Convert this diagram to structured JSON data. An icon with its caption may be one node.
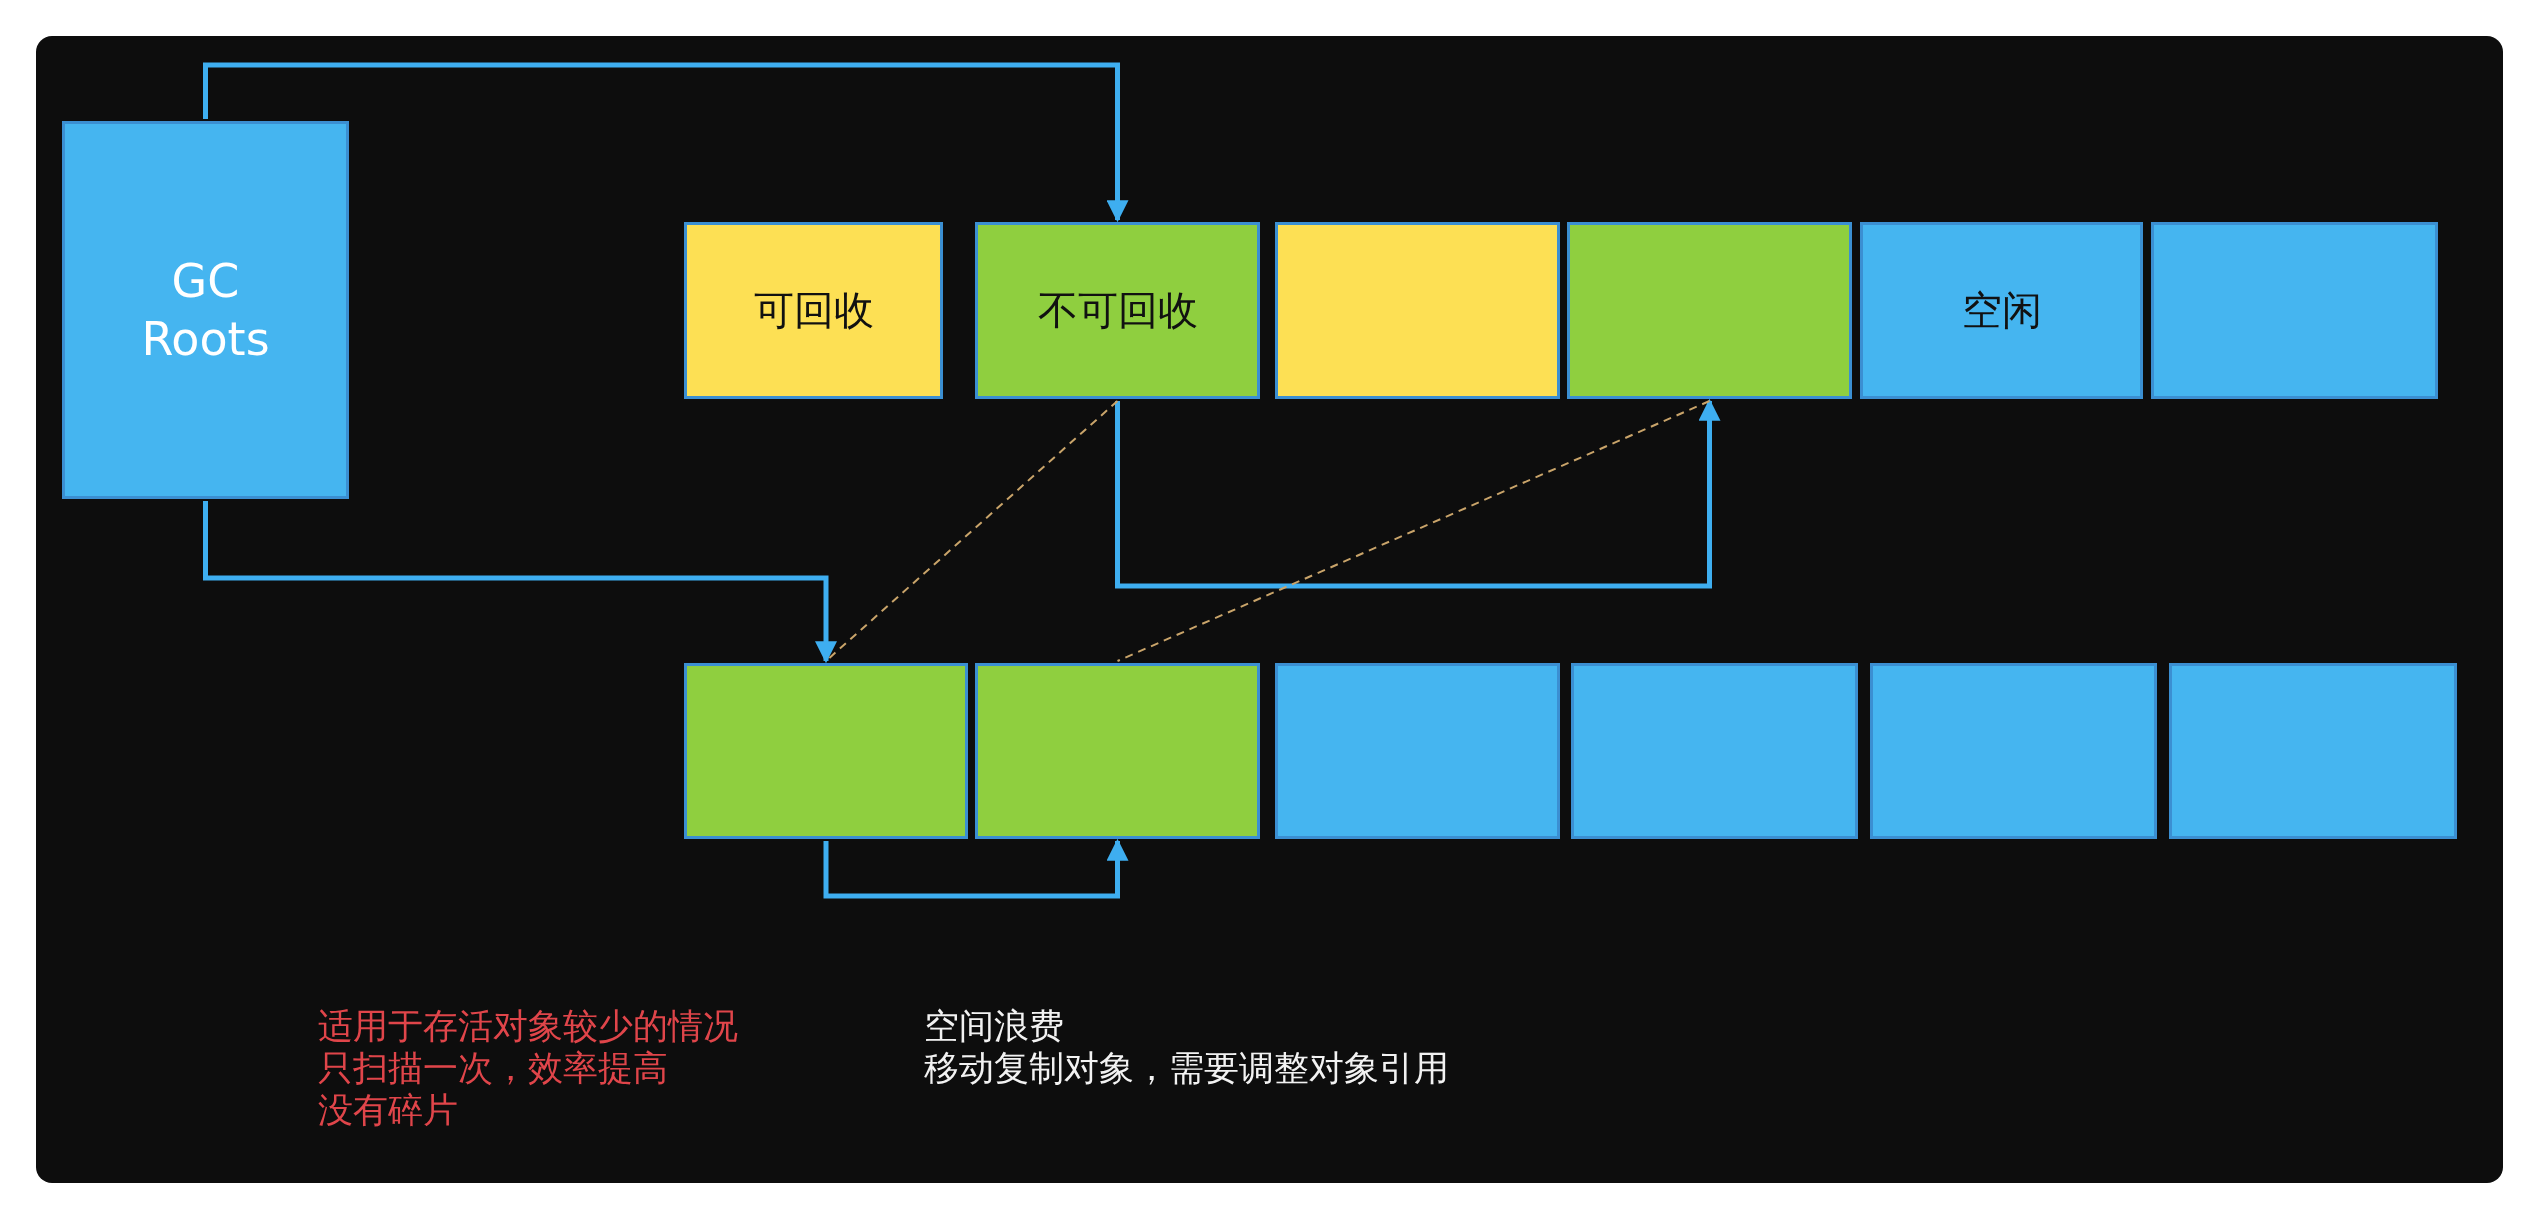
{
  "diagram": {
    "nodes": [
      {
        "text": [
          "GC Roots"
        ]
      },
      {
        "text": [
          "可回收"
        ]
      },
      {
        "text": [
          "不可回收"
        ]
      },
      {
        "text": [],
        "shape": "box"
      },
      {
        "text": [],
        "shape": "box"
      },
      {
        "text": [
          "空闲"
        ]
      },
      {
        "text": [],
        "shape": "box"
      },
      {
        "text": [],
        "shape": "box"
      },
      {
        "text": [],
        "shape": "box"
      },
      {
        "text": [],
        "shape": "box"
      },
      {
        "text": [],
        "shape": "box"
      },
      {
        "text": [],
        "shape": "box"
      },
      {
        "text": [],
        "shape": "box"
      }
    ],
    "edges": [
      {
        "from": 0,
        "to": 2,
        "arrow": "to"
      },
      {
        "from": 0,
        "to": 7,
        "arrow": "to"
      },
      {
        "from": 2,
        "to": 4,
        "arrow": "to"
      },
      {
        "from": 7,
        "to": 8,
        "arrow": "to"
      },
      {
        "from": 2,
        "to": 7,
        "arrow": "none",
        "style": "dashed",
        "color": "#c9a46a"
      },
      {
        "from": 4,
        "to": 8,
        "arrow": "none",
        "style": "dashed",
        "color": "#c9a46a"
      }
    ],
    "labels": [
      "适用于存活对象较少的情况",
      "只扫描一次，效率提高",
      "没有碎片",
      "空间浪费",
      "移动复制对象，需要调整对象引用"
    ]
  }
}
